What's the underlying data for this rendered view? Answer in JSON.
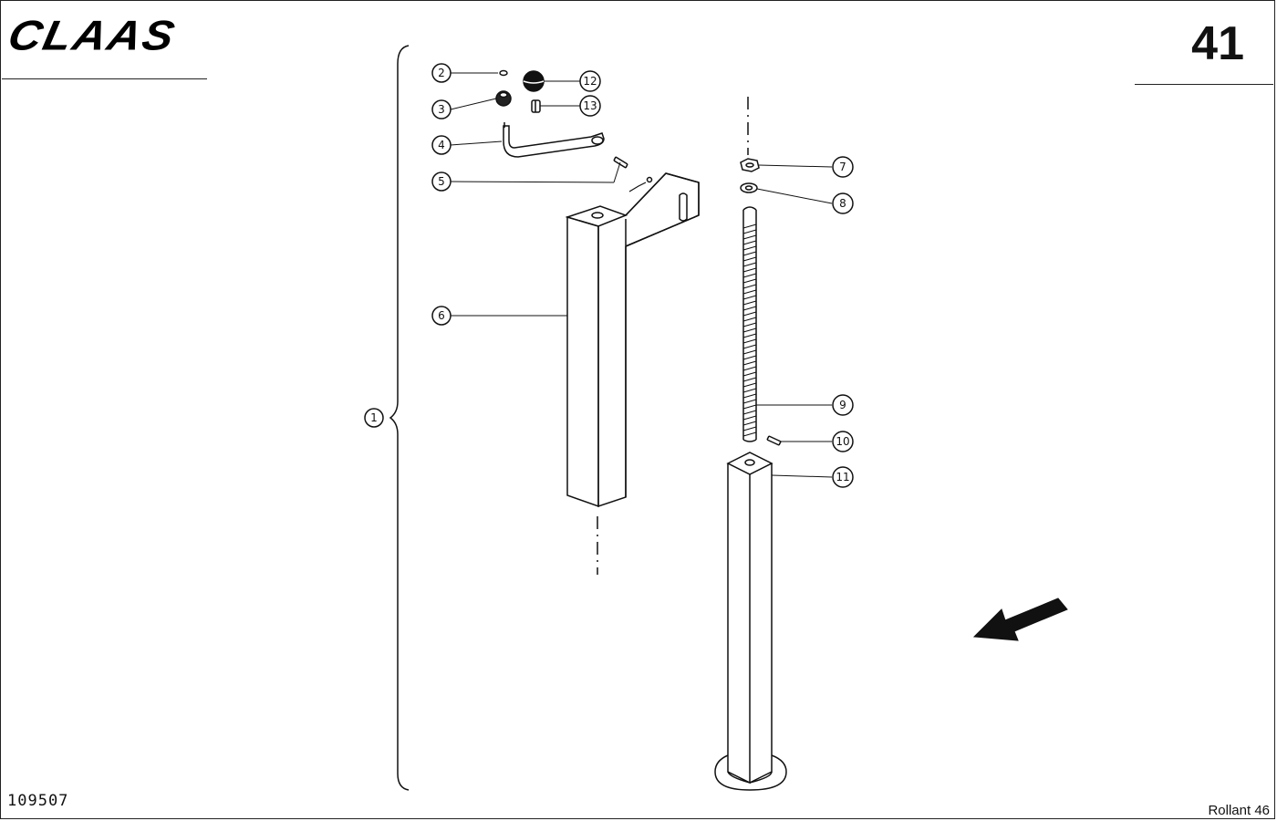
{
  "header": {
    "brand": "CLAAS",
    "page_number": "41"
  },
  "footer": {
    "figure_number": "109507",
    "model": "Rollant 46"
  },
  "callouts": {
    "c1": "1",
    "c2": "2",
    "c3": "3",
    "c4": "4",
    "c5": "5",
    "c6": "6",
    "c7": "7",
    "c8": "8",
    "c9": "9",
    "c10": "10",
    "c11": "11",
    "c12": "12",
    "c13": "13"
  },
  "icons": {
    "direction": "arrow-down-left-icon"
  }
}
